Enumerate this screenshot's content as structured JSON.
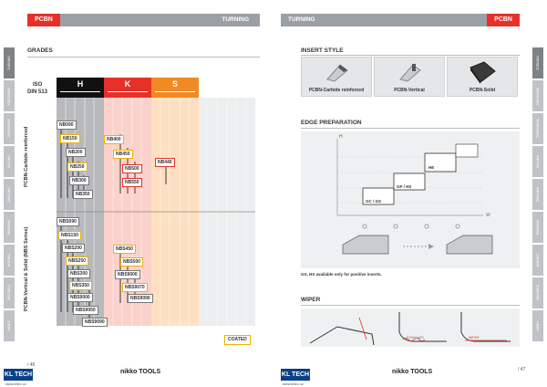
{
  "left": {
    "header_tag": "PCBN",
    "header_title": "TURNING",
    "section_grades": "GRADES",
    "iso_label": "ISO",
    "din_label": "DIN 513",
    "materials": [
      {
        "letter": "H",
        "color": "#111111"
      },
      {
        "letter": "K",
        "color": "#e8302a"
      },
      {
        "letter": "S",
        "color": "#f08a24"
      }
    ],
    "group1_label": "PCBN-Carbide reinforced",
    "group2_label": "PCBN-Vertical & Solid (NBS Series)",
    "group1_h": [
      "NB090",
      "NB150",
      "NB200",
      "NB250",
      "NB300",
      "NB350"
    ],
    "group1_k": [
      "NB400",
      "NB450",
      "NB500",
      "NB550"
    ],
    "group1_s": [
      "NB440"
    ],
    "group2_h": [
      "NBS090",
      "NBS150",
      "NBS200",
      "NBS250",
      "NBS300",
      "NBS350",
      "NBS9000",
      "NBS9050",
      "NBS9090"
    ],
    "group2_k": [
      "NBS450",
      "NBS500",
      "NBS9000",
      "NBS9070",
      "NBS9090"
    ],
    "coated_label": "COATED",
    "page_number": "/ 46",
    "website": "www.kltec.cz",
    "kl_logo": "KL TECH",
    "nikko_logo": "nikko TOOLS"
  },
  "right": {
    "header_title": "TURNING",
    "header_tag": "PCBN",
    "section_insert": "INSERT STYLE",
    "insert_styles": [
      "PCBN-Carbide reinforced",
      "PCBN-Vertical",
      "PCBN-Solid"
    ],
    "section_edge": "EDGE PREPARATION",
    "edge_axis_h": "H",
    "edge_axis_w": "W",
    "edge_boxes": [
      "GC / GS",
      "GP / HS",
      "HE"
    ],
    "edge_note": "GS, HS available only for positive inserts.",
    "section_wiper": "WIPER",
    "wiper_labels": [
      "STANDARD",
      "WIPER"
    ],
    "page_number": "/ 47",
    "website": "www.kltec.cz",
    "kl_logo": "KL TECH",
    "nikko_logo": "nikko TOOLS"
  },
  "tabs": [
    "TURNING",
    "GROOVING",
    "THREADING",
    "MILLING",
    "DRILLING",
    "REAMING",
    "BORING",
    "HOLDERS",
    "INDEX"
  ],
  "colors": {
    "red": "#e8302a",
    "gray": "#9aa0a6",
    "blue": "#0b3f86"
  }
}
